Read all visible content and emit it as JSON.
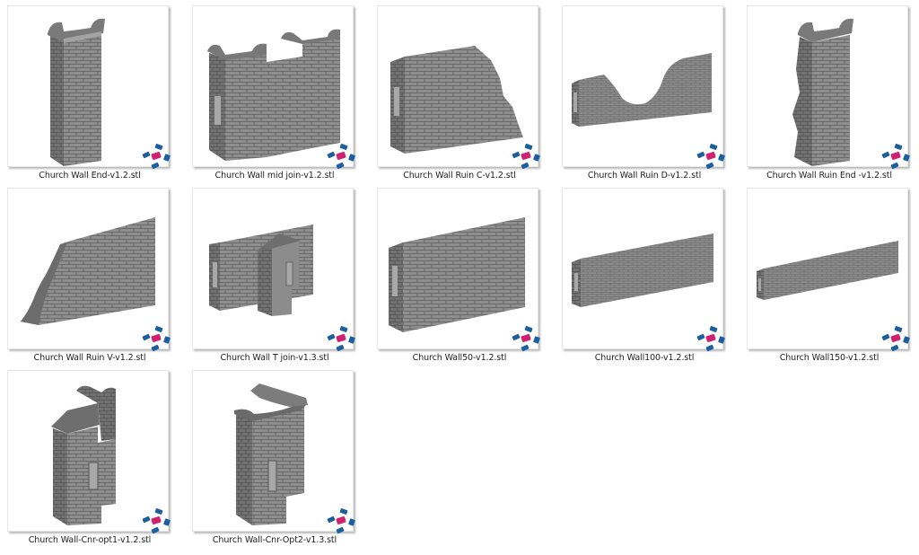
{
  "view": "large-icons",
  "colors": {
    "model_face": "#8e8e8e",
    "model_side": "#6f6f6f",
    "model_top": "#a4a4a4",
    "brick_line": "#5e5e5e",
    "badge_blue": "#1b5fa0",
    "badge_magenta": "#d0206f",
    "label_text": "#1e1e1e"
  },
  "files": [
    {
      "name": "Church Wall End-v1.2.stl",
      "model": "wall-end",
      "icon": "stl-file-icon"
    },
    {
      "name": "Church Wall mid join-v1.2.stl",
      "model": "wall-mid-join",
      "icon": "stl-file-icon"
    },
    {
      "name": "Church Wall Ruin C-v1.2.stl",
      "model": "wall-ruin-c",
      "icon": "stl-file-icon"
    },
    {
      "name": "Church Wall Ruin D-v1.2.stl",
      "model": "wall-ruin-d",
      "icon": "stl-file-icon"
    },
    {
      "name": "Church Wall Ruin End -v1.2.stl",
      "model": "wall-ruin-end",
      "icon": "stl-file-icon"
    },
    {
      "name": "Church Wall Ruin V-v1.2.stl",
      "model": "wall-ruin-v",
      "icon": "stl-file-icon"
    },
    {
      "name": "Church Wall T join-v1.3.stl",
      "model": "wall-t-join",
      "icon": "stl-file-icon"
    },
    {
      "name": "Church Wall50-v1.2.stl",
      "model": "wall-50",
      "icon": "stl-file-icon"
    },
    {
      "name": "Church Wall100-v1.2.stl",
      "model": "wall-100",
      "icon": "stl-file-icon"
    },
    {
      "name": "Church Wall150-v1.2.stl",
      "model": "wall-150",
      "icon": "stl-file-icon"
    },
    {
      "name": "Church Wall-Cnr-opt1-v1.2.stl",
      "model": "wall-corner-opt1",
      "icon": "stl-file-icon"
    },
    {
      "name": "Church Wall-Cnr-Opt2-v1.3.stl",
      "model": "wall-corner-opt2",
      "icon": "stl-file-icon"
    }
  ]
}
